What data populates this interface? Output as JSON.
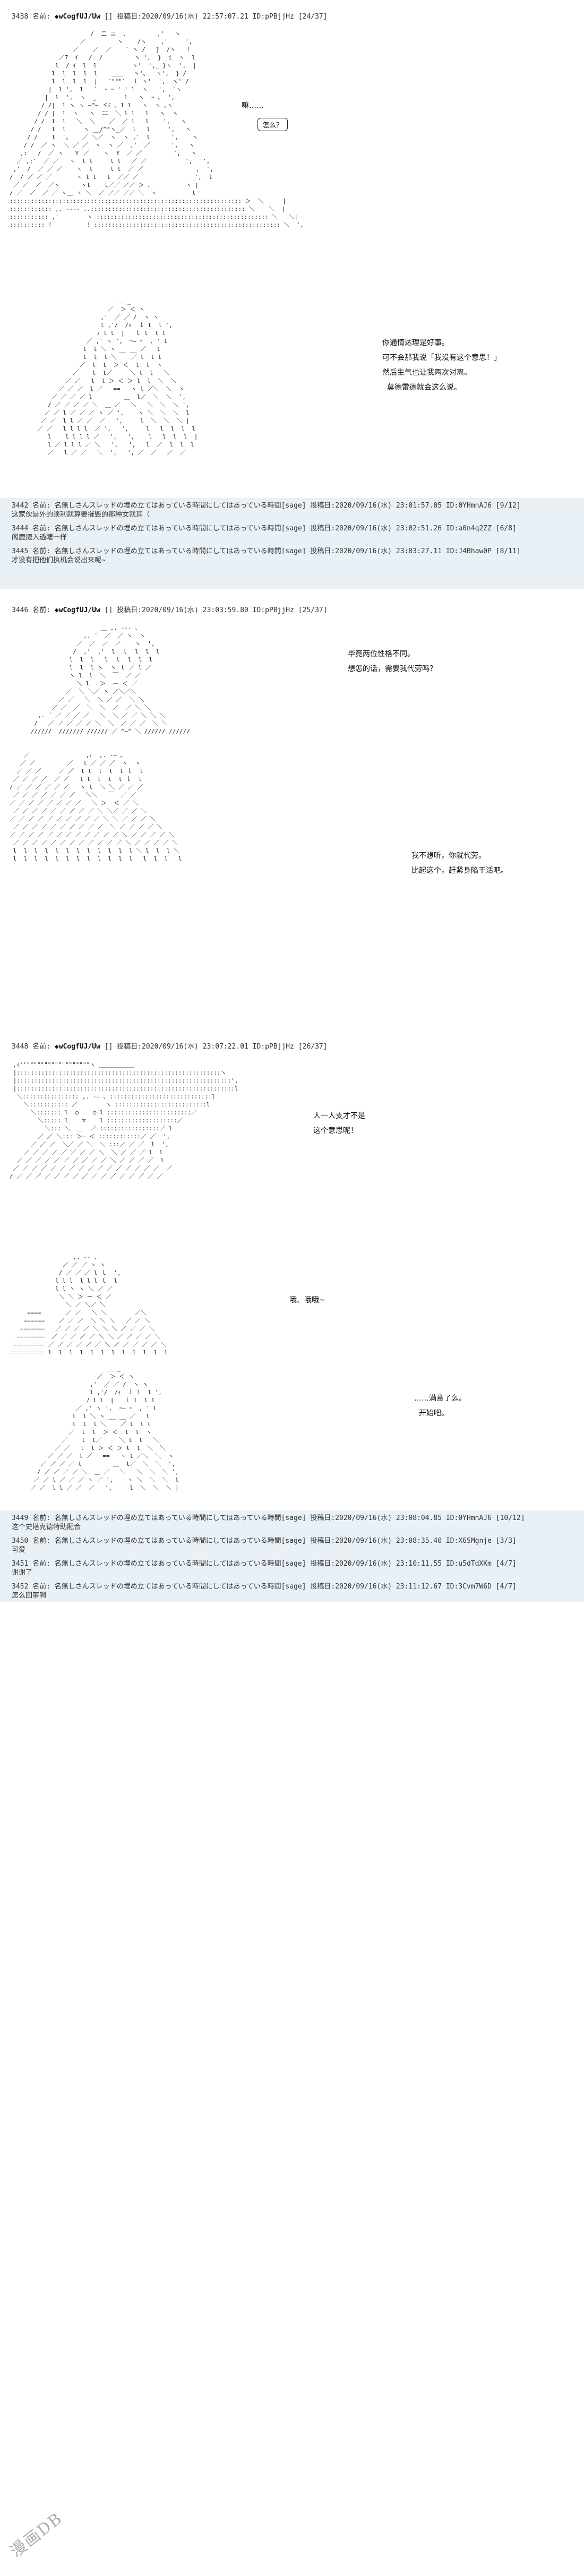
{
  "posts": [
    {
      "num": "3438",
      "name_label": "名前:",
      "trip": "◆wCogfUJ/Uw",
      "date": "[] 投稿日:2020/09/16(水) 22:57:07.21 ID:pPBjjHz [24/37]"
    },
    {
      "num": "3446",
      "name_label": "名前:",
      "trip": "◆wCogfUJ/Uw",
      "date": "[] 投稿日:2020/09/16(水) 23:03:59.80 ID:pPBjjHz [25/37]"
    },
    {
      "num": "3448",
      "name_label": "名前:",
      "trip": "◆wCogfUJ/Uw",
      "date": "[] 投稿日:2020/09/16(水) 23:07:22.01 ID:pPBjjHz [26/37]"
    }
  ],
  "dialogue": {
    "p1_a": "嘛……",
    "p1_bubble": "怎么？",
    "p1_b": "你通情达理是好事。\n可不会那我说「我没有这个意思！」\n然后生气也让我两次对离。\n  莫德雷德就会这么说。",
    "p2_a": "毕竟两位性格不同。\n想怎的话，需要我代劳吗？",
    "p2_b": "我不想听，你就代劳。\n比起这个，赶紧身陷干活吧。",
    "p3_a": "人一人支才不是\n这个意思呢！",
    "p3_b": "哦、哦哦~",
    "p3_c": "……满意了么。\n  开始吧。"
  },
  "replies": [
    {
      "header": "3442 名前: 名無しさんスレッドの埋め立てはあっている時間にしてはあっている時間[sage] 投稿日:2020/09/16(水) 23:01:57.05 ID:0YHmnAJ6 [9/12]",
      "body": "这家伙是外的须利就算要摧毁的那种女就耳（"
    },
    {
      "header": "3444 名前: 名無しさんスレッドの埋め立てはあっている時間にしてはあっている時間[sage] 投稿日:2020/09/16(水) 23:02:51.26 ID:a0n4q2ZZ [6/8]",
      "body": "阁鹿捷入透瞎一样"
    },
    {
      "header": "3445 名前: 名無しさんスレッドの埋め立てはあっている時間にしてはあっている時間[sage] 投稿日:2020/09/16(水) 23:03:27.11 ID:J4Bhaw0P [8/11]",
      "body": "才没有把他们执机会说出来呢~"
    },
    {
      "header": "3449 名前: 名無しさんスレッドの埋め立てはあっている時間にしてはあっている時間[sage] 投稿日:2020/09/16(水) 23:08:04.85 ID:0YHmnAJ6 [10/12]",
      "body": "这个史塔克德特助配合"
    },
    {
      "header": "3450 名前: 名無しさんスレッドの埋め立てはあっている時間にしてはあっている時間[sage] 投稿日:2020/09/16(水) 23:08:35.40 ID:X6SMgnje [3/3]",
      "body": "可爱"
    },
    {
      "header": "3451 名前: 名無しさんスレッドの埋め立てはあっている時間にしてはあっている時間[sage] 投稿日:2020/09/16(水) 23:10:11.55 ID:u5dTdXKm [4/7]",
      "body": "谢谢了"
    },
    {
      "header": "3452 名前: 名無しさんスレッドの埋め立てはあっている時間にしてはあっている時間[sage] 投稿日:2020/09/16(水) 23:11:12.67 ID:3Cvm7W6D [4/7]",
      "body": "怎么回事啊"
    }
  ],
  "watermark": "漫画DB"
}
